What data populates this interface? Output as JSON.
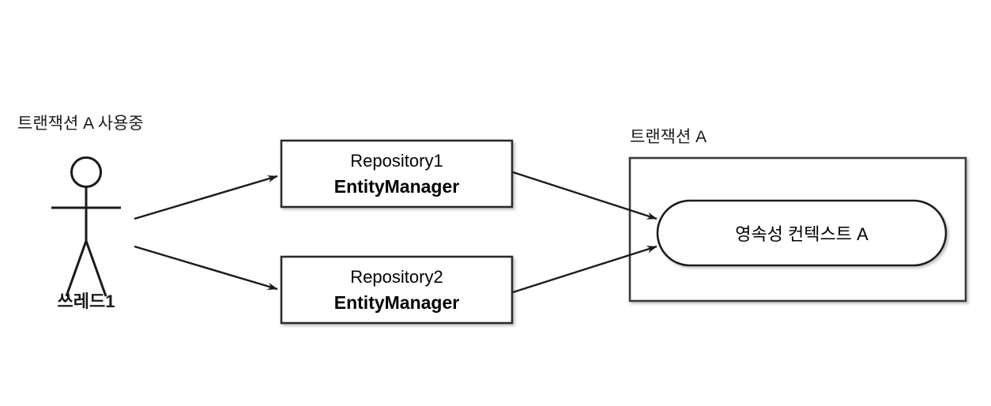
{
  "diagram": {
    "title_hidden": "",
    "actor": {
      "caption": "트랜잭션 A 사용중",
      "name": "쓰레드1",
      "icon": "stick-figure-actor"
    },
    "repositories": [
      {
        "id": "repository1",
        "line1": "Repository1",
        "line2": "EntityManager"
      },
      {
        "id": "repository2",
        "line1": "Repository2",
        "line2": "EntityManager"
      }
    ],
    "transaction": {
      "label": "트랜잭션 A",
      "persistence_context": "영속성 컨텍스트 A"
    },
    "arrows": [
      {
        "id": "actor-to-repository1",
        "from": "actor",
        "to": "repository1",
        "head": "open-arrow"
      },
      {
        "id": "actor-to-repository2",
        "from": "actor",
        "to": "repository2",
        "head": "open-arrow"
      },
      {
        "id": "repository1-to-context",
        "from": "repository1",
        "to": "persistence-context",
        "head": "open-arrow"
      },
      {
        "id": "repository2-to-context",
        "from": "repository2",
        "to": "persistence-context",
        "head": "open-arrow"
      }
    ],
    "colors": {
      "background": "#ffffff",
      "stroke": "#1a1a1a",
      "box_border": "#2b2b2b",
      "text": "#1a1a1a"
    }
  }
}
